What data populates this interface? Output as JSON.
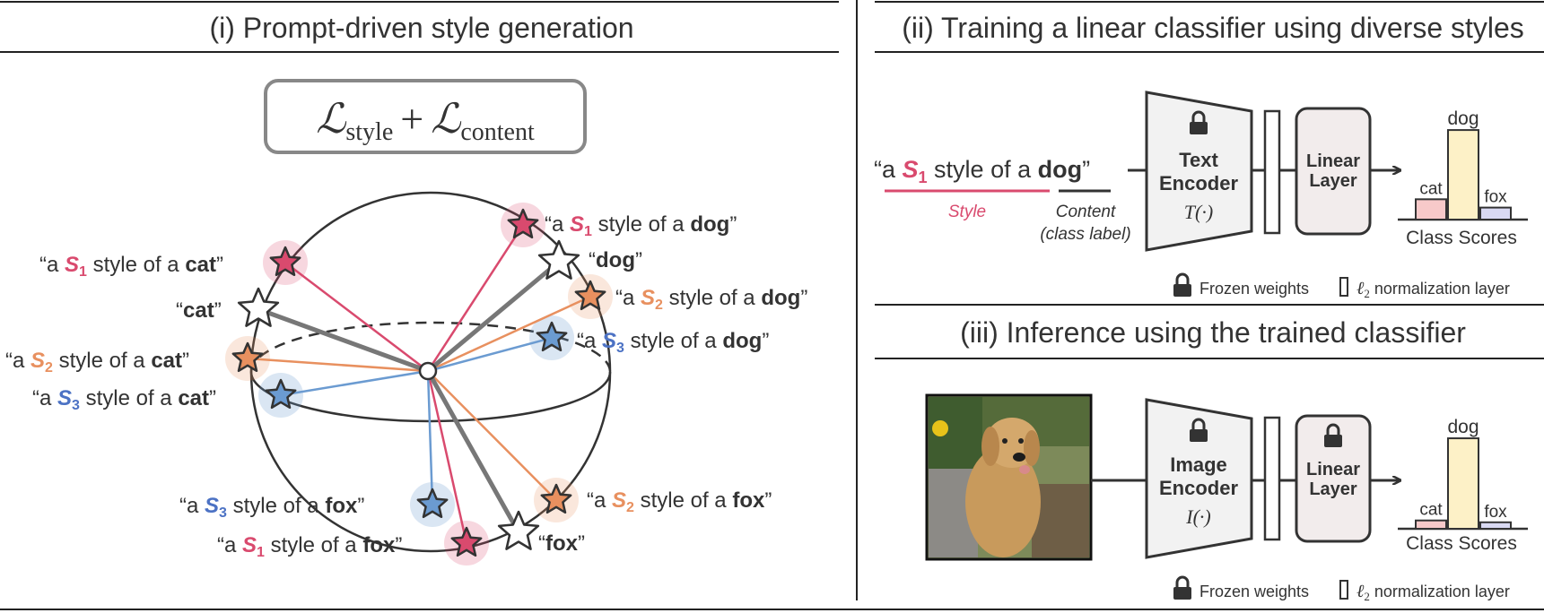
{
  "panel1": {
    "title": "(i) Prompt-driven style generation",
    "loss": {
      "script_l": "ℒ",
      "style_sub": "style",
      "plus": "+",
      "content_sub": "content"
    },
    "labels": {
      "q_open": "“a ",
      "q_open_plain": "“",
      "q_close": "”",
      "s": "S",
      "s1": "1",
      "s2": "2",
      "s3": "3",
      "style_of_a": " style of a ",
      "dog": "dog",
      "cat": "cat",
      "fox": "fox"
    },
    "colors": {
      "s1": "#d94a6e",
      "s2": "#e8905f",
      "s3": "#6b9bd1"
    }
  },
  "panel2": {
    "title": "(ii) Training a linear classifier using diverse styles",
    "prompt_a": "“a ",
    "prompt_style_of_a": " style of a ",
    "prompt_dog": "dog",
    "prompt_close": "”",
    "style_caption": "Style",
    "content_caption": "Content",
    "content_caption_sub": "(class label)",
    "encoder_line1": "Text",
    "encoder_line2": "Encoder",
    "encoder_fn": "T(·)",
    "linear_line1": "Linear",
    "linear_line2": "Layer",
    "scores": {
      "label_cat": "cat",
      "label_dog": "dog",
      "label_fox": "fox",
      "values": [
        0.22,
        0.97,
        0.13
      ],
      "caption": "Class Scores"
    },
    "legend_frozen": "Frozen weights",
    "legend_norm": "ℓ",
    "legend_norm_sub": "2",
    "legend_norm_rest": " normalization layer"
  },
  "panel3": {
    "title": "(iii) Inference using the trained classifier",
    "encoder_line1": "Image",
    "encoder_line2": "Encoder",
    "encoder_fn": "I(·)",
    "linear_line1": "Linear",
    "linear_line2": "Layer",
    "scores": {
      "label_cat": "cat",
      "label_dog": "dog",
      "label_fox": "fox",
      "values": [
        0.09,
        0.98,
        0.07
      ],
      "caption": "Class Scores"
    },
    "legend_frozen": "Frozen weights",
    "legend_norm": "ℓ",
    "legend_norm_sub": "2",
    "legend_norm_rest": " normalization layer"
  },
  "bar_colors": {
    "cat": "#f7c9c9",
    "dog": "#fdf1c7",
    "fox": "#d9d9f2"
  }
}
